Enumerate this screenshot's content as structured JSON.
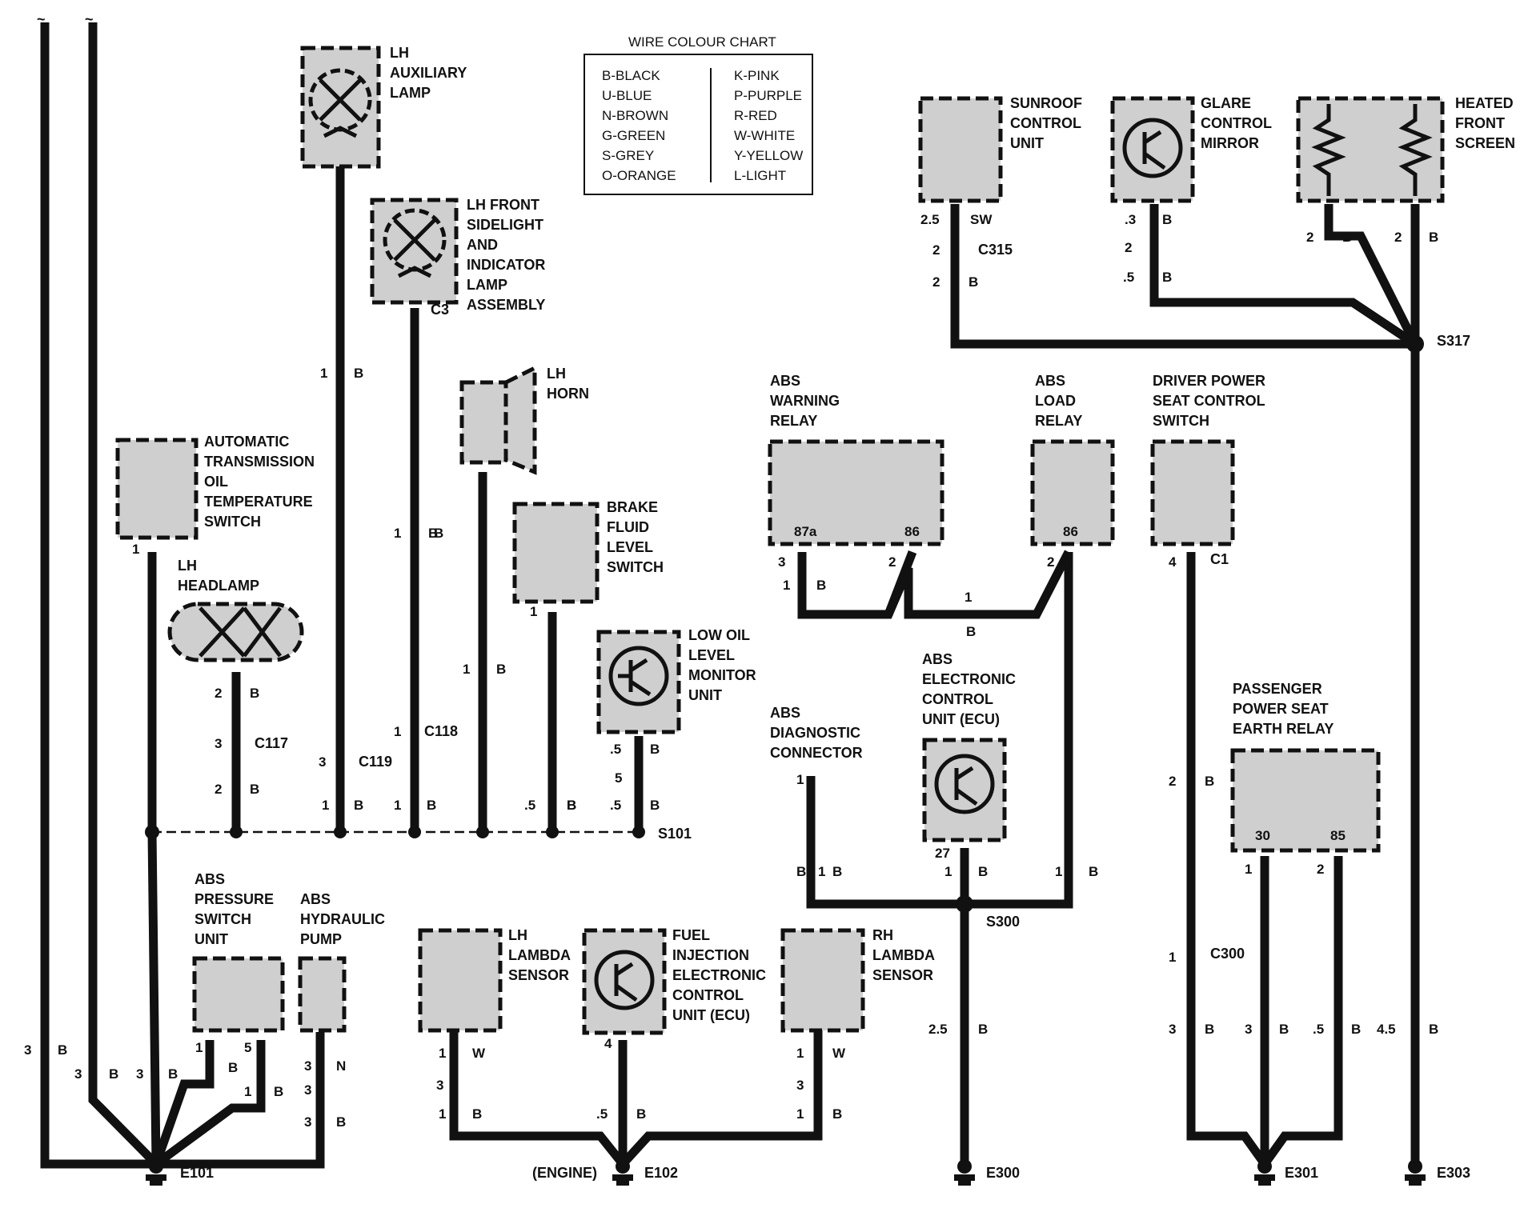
{
  "chart": {
    "title": "WIRE COLOUR CHART",
    "left": [
      "B-BLACK",
      "U-BLUE",
      "N-BROWN",
      "G-GREEN",
      "S-GREY",
      "O-ORANGE"
    ],
    "right": [
      "K-PINK",
      "P-PURPLE",
      "R-RED",
      "W-WHITE",
      "Y-YELLOW",
      "L-LIGHT"
    ]
  },
  "components": {
    "aux_lamp": [
      "LH",
      "AUXILIARY",
      "LAMP"
    ],
    "sidelight": [
      "LH FRONT",
      "SIDELIGHT",
      "AND",
      "INDICATOR",
      "LAMP",
      "ASSEMBLY"
    ],
    "horn": [
      "LH",
      "HORN"
    ],
    "atos": [
      "AUTOMATIC",
      "TRANSMISSION",
      "OIL",
      "TEMPERATURE",
      "SWITCH"
    ],
    "headlamp": [
      "LH",
      "HEADLAMP"
    ],
    "brake": [
      "BRAKE",
      "FLUID",
      "LEVEL",
      "SWITCH"
    ],
    "low_oil": [
      "LOW OIL",
      "LEVEL",
      "MONITOR",
      "UNIT"
    ],
    "abs_warn": [
      "ABS",
      "WARNING",
      "RELAY"
    ],
    "abs_load": [
      "ABS",
      "LOAD",
      "RELAY"
    ],
    "driver_seat": [
      "DRIVER POWER",
      "SEAT CONTROL",
      "SWITCH"
    ],
    "sunroof": [
      "SUNROOF",
      "CONTROL",
      "UNIT"
    ],
    "glare": [
      "GLARE",
      "CONTROL",
      "MIRROR"
    ],
    "heated": [
      "HEATED",
      "FRONT",
      "SCREEN"
    ],
    "abs_ecu": [
      "ABS",
      "ELECTRONIC",
      "CONTROL",
      "UNIT (ECU)"
    ],
    "abs_diag": [
      "ABS",
      "DIAGNOSTIC",
      "CONNECTOR"
    ],
    "pass_seat": [
      "PASSENGER",
      "POWER SEAT",
      "EARTH RELAY"
    ],
    "abs_press": [
      "ABS",
      "PRESSURE",
      "SWITCH",
      "UNIT"
    ],
    "abs_pump": [
      "ABS",
      "HYDRAULIC",
      "PUMP"
    ],
    "lh_lambda": [
      "LH",
      "LAMBDA",
      "SENSOR"
    ],
    "fuel_ecu": [
      "FUEL",
      "INJECTION",
      "ELECTRONIC",
      "CONTROL",
      "UNIT (ECU)"
    ],
    "rh_lambda": [
      "RH",
      "LAMBDA",
      "SENSOR"
    ]
  },
  "pins": {
    "abs_warn_87a": "87a",
    "abs_warn_86": "86",
    "abs_load_86": "86",
    "pass_30": "30",
    "pass_85": "85"
  },
  "connectors": [
    "C3",
    "C117",
    "C118",
    "C119",
    "C315",
    "C1",
    "C300"
  ],
  "splices": [
    "S101",
    "S300",
    "S317"
  ],
  "grounds": [
    "E101",
    "E102",
    "E300",
    "E301",
    "E303"
  ],
  "engine_note": "(ENGINE)",
  "wire_labels": [
    "1",
    "B",
    "1",
    "B",
    "1",
    "B",
    "1",
    "2",
    "B",
    "3",
    "2",
    "B",
    "1",
    "B",
    "1",
    "B",
    "3",
    "1",
    "B",
    "1",
    "B",
    ".5",
    "B",
    ".5",
    "B",
    ".5",
    "B",
    "5",
    "3",
    "2",
    "1",
    "B",
    "1",
    "B",
    "2",
    "1",
    "B",
    "4",
    "2",
    "B",
    "2.5",
    "SW",
    "2",
    "2",
    "B",
    ".3",
    "B",
    "2",
    ".5",
    "B",
    "2",
    "B",
    "2",
    "B",
    "27",
    "1",
    "B",
    "1",
    "B",
    "1",
    "B",
    "2.5",
    "B",
    "1",
    "2",
    "3",
    "B",
    "3",
    "B",
    ".5",
    "B",
    "4.5",
    "B",
    "1",
    "3",
    "B",
    "3",
    "B",
    "3",
    "B",
    "1",
    "B",
    "5",
    "1",
    "B",
    "3",
    "N",
    "3",
    "3",
    "B",
    "1",
    "W",
    "3",
    "1",
    "B",
    "4",
    ".5",
    "B",
    "1",
    "W",
    "3",
    "1",
    "B"
  ]
}
